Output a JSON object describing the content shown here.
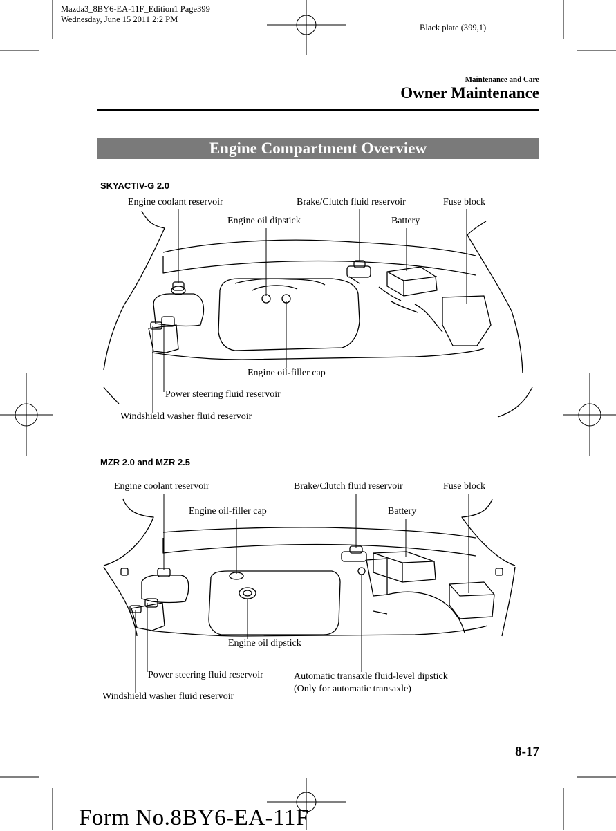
{
  "print_header": {
    "file_line": "Mazda3_8BY6-EA-11F_Edition1 Page399",
    "date_line": "Wednesday, June 15 2011 2:2 PM",
    "plate": "Black plate (399,1)"
  },
  "section": {
    "chapter": "Maintenance and Care",
    "title": "Owner Maintenance"
  },
  "banner": "Engine Compartment Overview",
  "diagram1": {
    "heading": "SKYACTIV-G 2.0",
    "labels": {
      "coolant": "Engine coolant reservoir",
      "brake": "Brake/Clutch fluid reservoir",
      "fuse": "Fuse block",
      "dipstick": "Engine oil dipstick",
      "battery": "Battery",
      "filler": "Engine oil-filler cap",
      "steering": "Power steering fluid reservoir",
      "washer": "Windshield washer fluid reservoir"
    }
  },
  "diagram2": {
    "heading": "MZR 2.0 and MZR 2.5",
    "labels": {
      "coolant": "Engine coolant reservoir",
      "brake": "Brake/Clutch fluid reservoir",
      "fuse": "Fuse block",
      "filler": "Engine oil-filler cap",
      "battery": "Battery",
      "dipstick": "Engine oil dipstick",
      "steering": "Power steering fluid reservoir",
      "atf_line1": "Automatic transaxle fluid-level dipstick",
      "atf_line2": "(Only for automatic transaxle)",
      "washer": "Windshield washer fluid reservoir"
    }
  },
  "page_number": "8-17",
  "form_number": "Form No.8BY6-EA-11F"
}
